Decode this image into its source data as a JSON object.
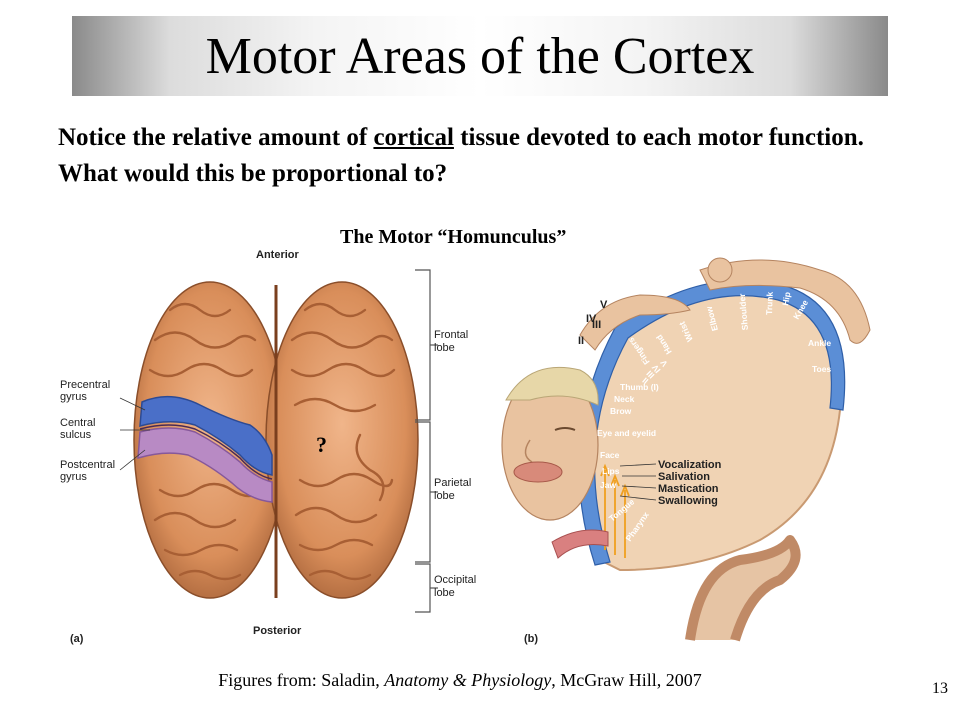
{
  "slide": {
    "title": "Motor Areas of the Cortex",
    "intro_part1": "Notice the relative amount of ",
    "intro_underlined": "cortical",
    "intro_part2": " tissue devoted to each motor function.  What would this be proportional to?",
    "homunculus_label": "The Motor “Homunculus”",
    "caption_prefix": "Figures from: Saladin, ",
    "caption_book": "Anatomy & Physiology",
    "caption_suffix": ", McGraw Hill, 2007",
    "page_number": "13"
  },
  "figure_a": {
    "panel": "(a)",
    "anterior": "Anterior",
    "posterior": "Posterior",
    "question": "?",
    "labels": {
      "precentral_1": "Precentral",
      "precentral_2": "gyrus",
      "central_1": "Central",
      "central_2": "sulcus",
      "postcentral_1": "Postcentral",
      "postcentral_2": "gyrus",
      "frontal_1": "Frontal",
      "frontal_2": "lobe",
      "parietal_1": "Parietal",
      "parietal_2": "lobe",
      "occipital_1": "Occipital",
      "occipital_2": "lobe"
    }
  },
  "figure_b": {
    "panel": "(b)",
    "body_labels": [
      "Toes",
      "Ankle",
      "Knee",
      "Hip",
      "Trunk",
      "Shoulder",
      "Elbow",
      "Wrist",
      "Hand",
      "V",
      "IV",
      "III",
      "II",
      "Fingers",
      "Thumb (I)",
      "Neck",
      "Brow",
      "Eye and eyelid",
      "Face",
      "Lips",
      "Jaw",
      "Tongue",
      "Pharynx"
    ],
    "head_labels": [
      "Vocalization",
      "Salivation",
      "Mastication",
      "Swallowing"
    ],
    "hand_numerals": [
      "V",
      "IV",
      "III",
      "II"
    ]
  },
  "colors": {
    "cortex": "#d98e5a",
    "precentral": "#4a6fc8",
    "postcentral": "#b88ac4",
    "motor_strip": "#5b8ed6",
    "skin": "#e9c3a0",
    "interior": "#f0d3b4"
  }
}
